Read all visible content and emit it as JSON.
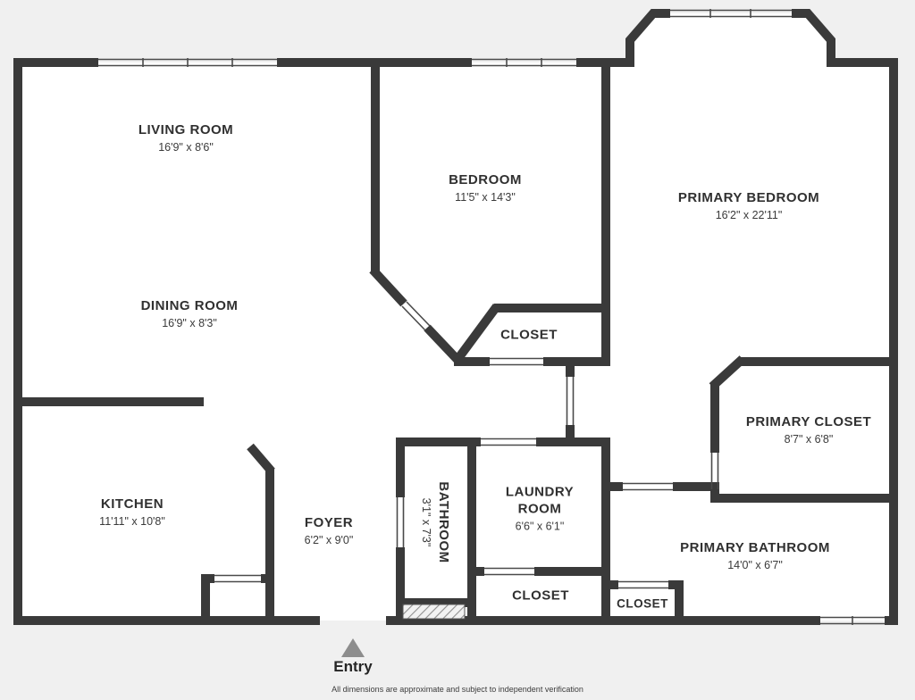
{
  "rooms": {
    "living_room": {
      "name": "LIVING ROOM",
      "dims": "16'9\" x 8'6\""
    },
    "dining_room": {
      "name": "DINING ROOM",
      "dims": "16'9\" x 8'3\""
    },
    "kitchen": {
      "name": "KITCHEN",
      "dims": "11'11\" x 10'8\""
    },
    "foyer": {
      "name": "FOYER",
      "dims": "6'2\" x 9'0\""
    },
    "bedroom": {
      "name": "BEDROOM",
      "dims": "11'5\" x 14'3\""
    },
    "bedroom_closet": {
      "name": "CLOSET"
    },
    "bathroom": {
      "name": "BATHROOM",
      "dims": "3'1\" x 7'3\""
    },
    "laundry_room": {
      "name": "LAUNDRY ROOM",
      "dims": "6'6\" x 6'1\""
    },
    "primary_bedroom": {
      "name": "PRIMARY BEDROOM",
      "dims": "16'2\" x 22'11\""
    },
    "primary_closet": {
      "name": "PRIMARY CLOSET",
      "dims": "8'7\" x 6'8\""
    },
    "primary_bathroom": {
      "name": "PRIMARY BATHROOM",
      "dims": "14'0\" x 6'7\""
    },
    "hall_closet": {
      "name": "CLOSET"
    },
    "entry_closet": {
      "name": "CLOSET"
    }
  },
  "entry": {
    "label": "Entry"
  },
  "footer": {
    "disclaimer": "All dimensions are approximate and subject to independent verification"
  },
  "palette": {
    "wall": "#3a3a3a",
    "floor": "#ffffff",
    "background": "#f0f0f0",
    "text": "#303030",
    "arrow": "#8d8d8d"
  }
}
